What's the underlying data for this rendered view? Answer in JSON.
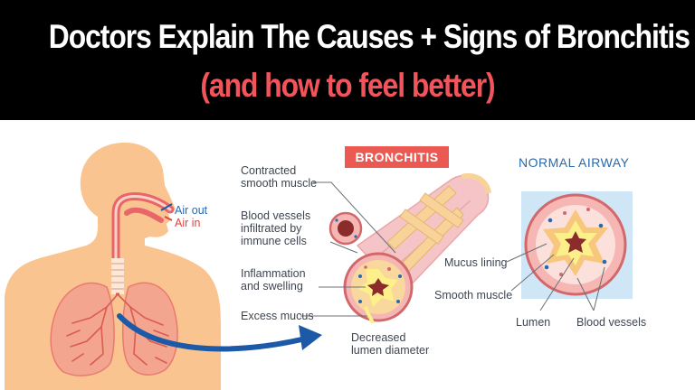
{
  "header": {
    "title": "Doctors Explain The Causes + Signs of Bronchitis",
    "subtitle": "(and how to feel better)"
  },
  "diagram": {
    "body_labels": {
      "air_out": "Air out",
      "air_in": "Air in"
    },
    "bronchitis_badge": "BRONCHITIS",
    "bronchitis_labels": {
      "contracted_muscle_1": "Contracted",
      "contracted_muscle_2": "smooth muscle",
      "blood_vessels_1": "Blood vessels",
      "blood_vessels_2": "infiltrated by",
      "blood_vessels_3": "immune cells",
      "inflammation_1": "Inflammation",
      "inflammation_2": "and swelling",
      "excess_mucus": "Excess mucus",
      "decreased_lumen_1": "Decreased",
      "decreased_lumen_2": "lumen diameter"
    },
    "normal_title": "NORMAL AIRWAY",
    "normal_labels": {
      "mucus_lining": "Mucus lining",
      "smooth_muscle": "Smooth muscle",
      "lumen": "Lumen",
      "blood_vessels": "Blood vessels"
    }
  },
  "colors": {
    "banner_bg": "#000000",
    "title": "#ffffff",
    "subtitle": "#f2545b",
    "badge": "#ea5a52",
    "skin": "#f9c48f",
    "lung": "#f4a58f",
    "arrow": "#1c5aa8",
    "normal_bg": "#cfe6f7"
  }
}
